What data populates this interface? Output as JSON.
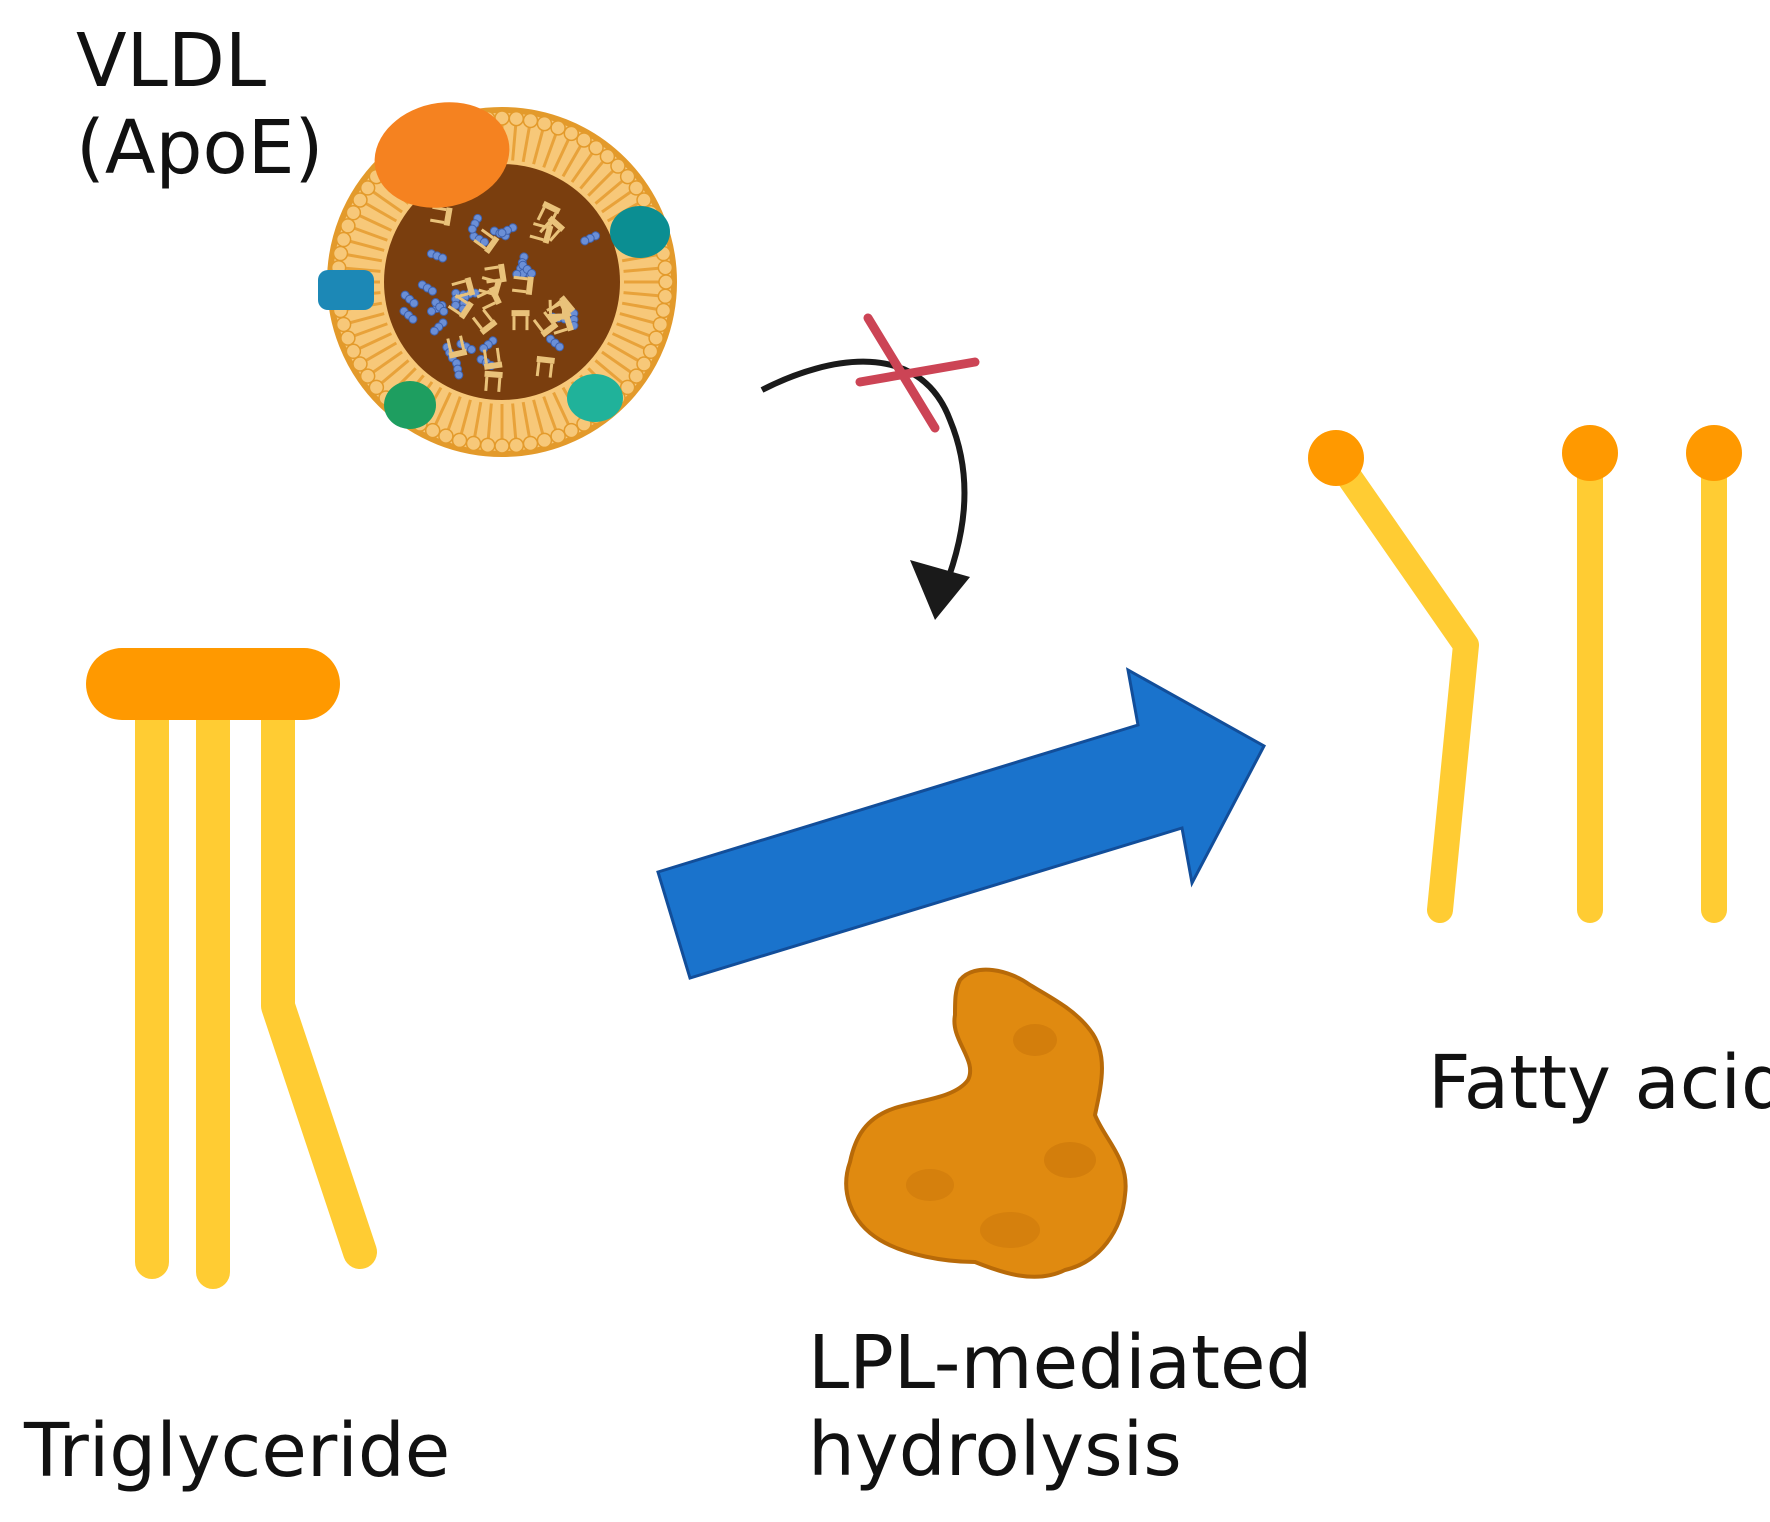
{
  "labels": {
    "vldl_line1": "VLDL",
    "vldl_line2": "(ApoE)",
    "triglyceride": "Triglyceride",
    "lpl_line1": "LPL-mediated",
    "lpl_line2": "hydrolysis",
    "fatty_acid": "Fatty acid"
  },
  "colors": {
    "lipid_tail": "#FFCC33",
    "lipid_head": "#FF9900",
    "hydrolysis_arrow": "#1A73CC",
    "blocked_mark": "#CC4455",
    "enzyme": "#E08A10",
    "vldl_core": "#7A3E0E",
    "vldl_shell": "#F5B54A"
  }
}
